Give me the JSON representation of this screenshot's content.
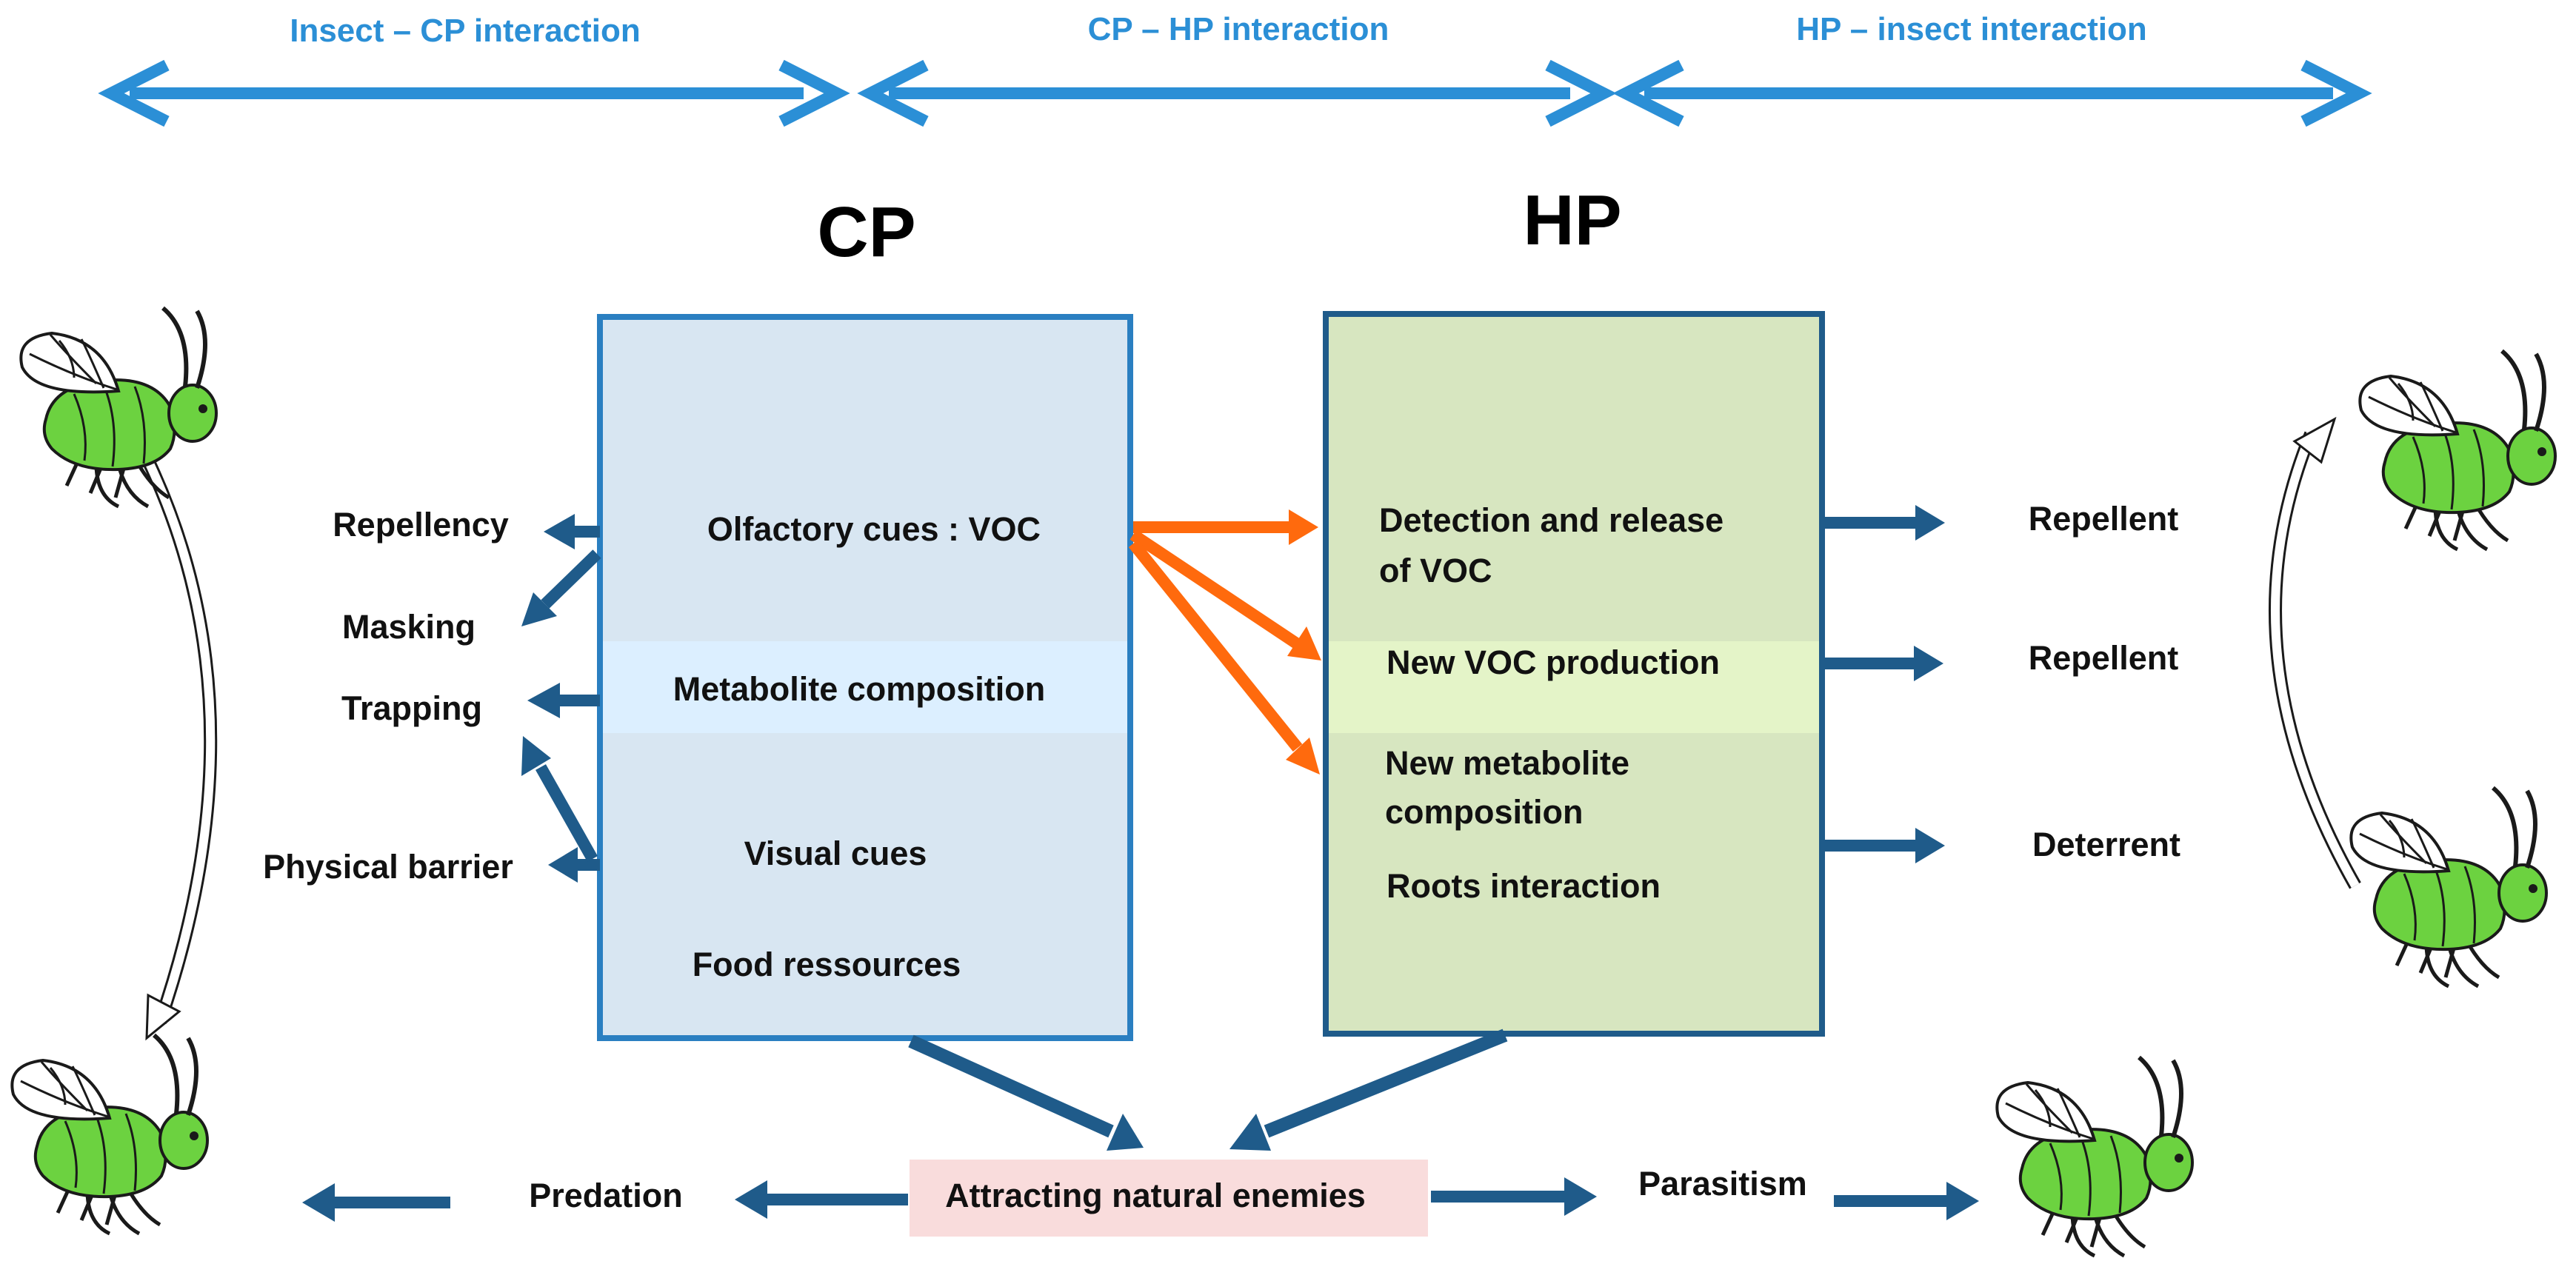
{
  "colors": {
    "light_blue_arrow": "#2b8fd6",
    "dark_blue_arrow": "#1f5b8a",
    "orange_arrow": "#ff6a0d",
    "cp_box_fill": "#d8e6f2",
    "cp_box_border": "#2a7fc1",
    "cp_highlight": "#dcefff",
    "hp_box_fill": "#d7e6c0",
    "hp_box_border": "#1f5b8a",
    "hp_highlight": "#e4f4c8",
    "pink_box": "#f9dcdc",
    "insect_green": "#6cd240"
  },
  "header": {
    "insect_cp": "Insect – CP interaction",
    "cp_hp": "CP – HP interaction",
    "hp_insect": "HP – insect interaction"
  },
  "cp": {
    "title": "CP",
    "items": {
      "olfactory": "Olfactory cues : VOC",
      "metabolite": "Metabolite composition",
      "visual": "Visual cues",
      "food": "Food ressources"
    }
  },
  "hp": {
    "title": "HP",
    "items": {
      "detection_1": "Detection and release",
      "detection_2": "of VOC",
      "new_voc": "New VOC production",
      "new_metab_1": "New metabolite",
      "new_metab_2": "composition",
      "roots": "Roots interaction"
    }
  },
  "left_effects": {
    "repellency": "Repellency",
    "masking": "Masking",
    "trapping": "Trapping",
    "barrier": "Physical barrier"
  },
  "right_effects": {
    "repellent_1": "Repellent",
    "repellent_2": "Repellent",
    "deterrent": "Deterrent"
  },
  "bottom": {
    "natural_enemies": "Attracting natural enemies",
    "predation": "Predation",
    "parasitism": "Parasitism"
  },
  "icons": {
    "insect": "aphid-insect-icon",
    "curved_arrow": "curved-arrow-icon"
  }
}
